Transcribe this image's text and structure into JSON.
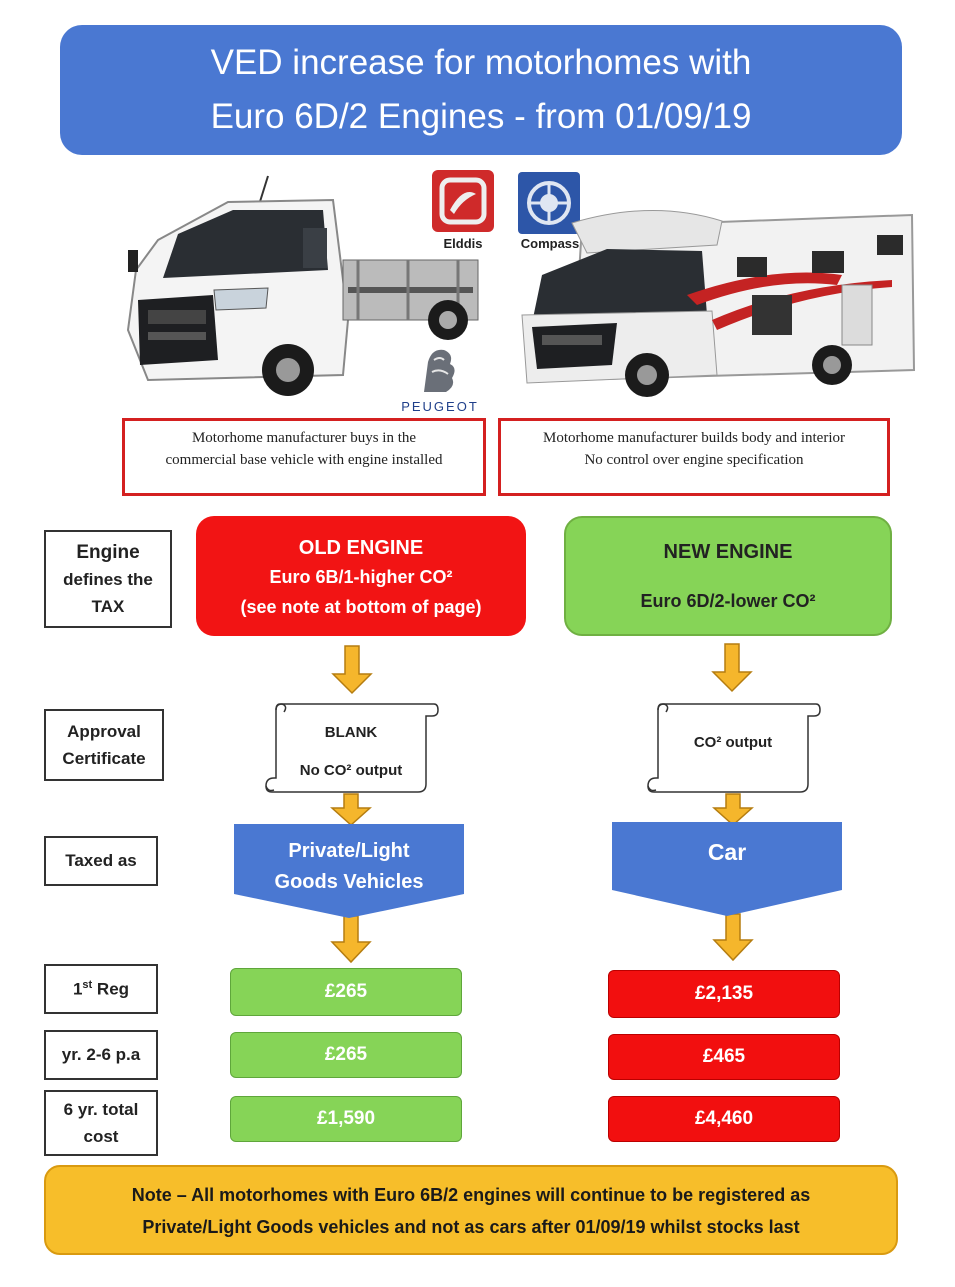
{
  "title": {
    "line1": "VED increase for motorhomes with",
    "line2": "Euro 6D/2 Engines - from 01/09/19"
  },
  "logos": {
    "elddis": "Elddis",
    "compass": "Compass",
    "peugeot": "PEUGEOT"
  },
  "captions": {
    "left": {
      "line1": "Motorhome manufacturer buys in the",
      "line2": "commercial base vehicle with engine installed"
    },
    "right": {
      "line1": "Motorhome manufacturer builds body and interior",
      "line2": "No control over engine specification"
    }
  },
  "row_labels": {
    "engine": {
      "line1": "Engine",
      "line2": "defines the",
      "line3": "TAX"
    },
    "approval": {
      "line1": "Approval",
      "line2": "Certificate"
    },
    "taxed": "Taxed as",
    "first_reg": {
      "main": "1",
      "sup": "st",
      "rest": " Reg"
    },
    "yr": "yr. 2-6 p.a",
    "total": {
      "line1": "6 yr. total",
      "line2": "cost"
    }
  },
  "old_engine": {
    "title": "OLD ENGINE",
    "line1": "Euro 6B/1-higher CO²",
    "line2": "(see note at bottom of page)",
    "certificate": {
      "line1": "BLANK",
      "line2": "No CO² output"
    },
    "taxed_as": {
      "line1": "Private/Light",
      "line2": "Goods Vehicles"
    },
    "first_reg": "£265",
    "yr": "£265",
    "total": "£1,590"
  },
  "new_engine": {
    "title": "NEW ENGINE",
    "line1": "Euro 6D/2-lower CO²",
    "certificate": {
      "line1": "CO² output"
    },
    "taxed_as": {
      "line1": "Car"
    },
    "first_reg": "£2,135",
    "yr": "£465",
    "total": "£4,460"
  },
  "note": {
    "line1": "Note – All motorhomes with Euro 6B/2 engines will continue to be registered as",
    "line2": "Private/Light Goods vehicles and not as cars after 01/09/19 whilst stocks last"
  },
  "colors": {
    "title_blue": "#4a78d2",
    "old_red": "#f21414",
    "new_green": "#86d457",
    "arrow_gold": "#f5b62c",
    "note_amber": "#f7be2a"
  }
}
